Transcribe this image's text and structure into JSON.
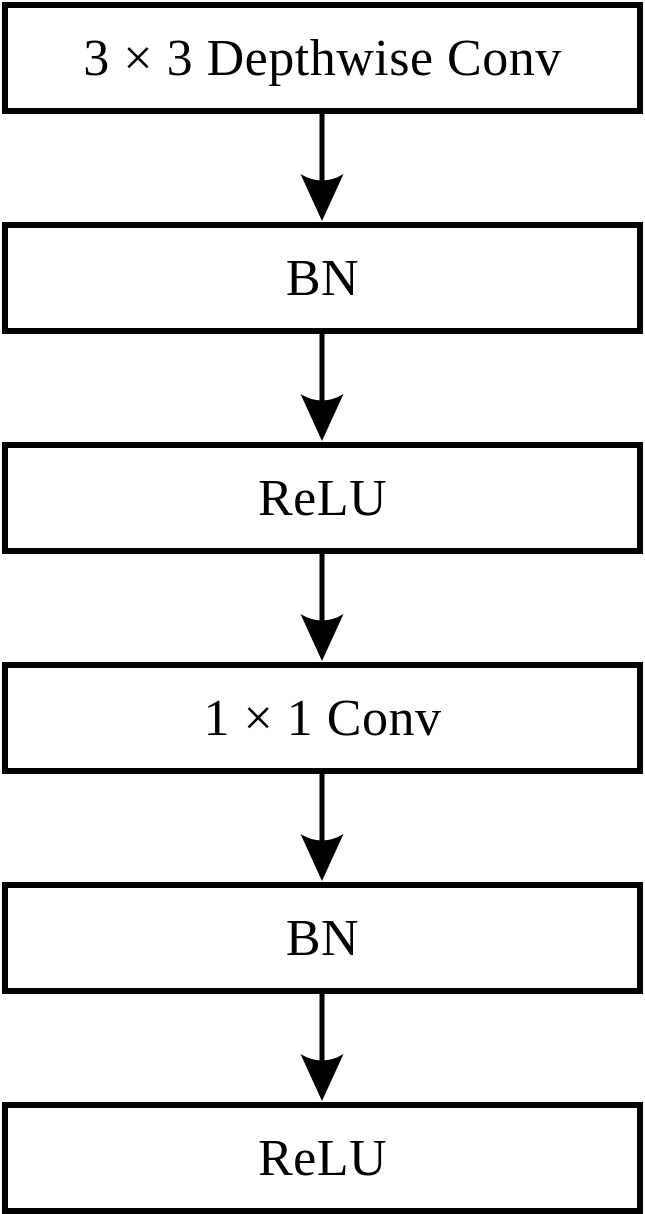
{
  "diagram": {
    "nodes": [
      {
        "label": "3 × 3 Depthwise Conv"
      },
      {
        "label": "BN"
      },
      {
        "label": "ReLU"
      },
      {
        "label": "1 × 1 Conv"
      },
      {
        "label": "BN"
      },
      {
        "label": "ReLU"
      }
    ],
    "connector": {
      "direction": "down",
      "style": "solid-stealth-arrow"
    },
    "colors": {
      "border": "#000000",
      "background": "#ffffff",
      "text": "#000000",
      "arrow": "#000000"
    }
  }
}
